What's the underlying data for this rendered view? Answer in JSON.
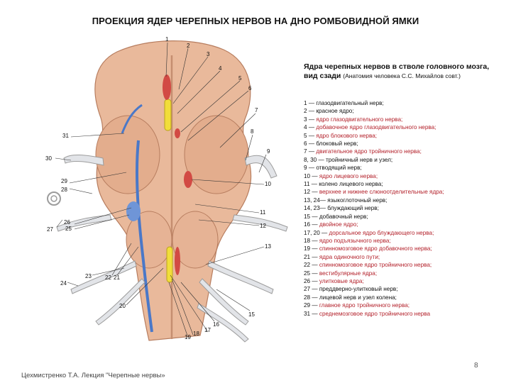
{
  "title": "ПРОЕКЦИЯ ЯДЕР ЧЕРЕПНЫХ НЕРВОВ НА ДНО РОМБОВИДНОЙ ЯМКИ",
  "caption": {
    "main": "Ядра черепных нервов в стволе головного мозга, вид сзади",
    "source": "(Анатомия человека С.С. Михайлов совт.)"
  },
  "figure_labels": [
    "1",
    "2",
    "3",
    "4",
    "5",
    "6",
    "7",
    "8",
    "9",
    "10",
    "11",
    "12",
    "13",
    "15",
    "16",
    "17",
    "18",
    "19",
    "20",
    "21",
    "22",
    "23",
    "24",
    "25",
    "26",
    "27",
    "28",
    "29",
    "30",
    "31"
  ],
  "legend": [
    {
      "num": "1 —",
      "text": "глазодвигательный нерв;",
      "red": false
    },
    {
      "num": "2 —",
      "text": "красное ядро;",
      "red": false
    },
    {
      "num": "3 —",
      "text": "ядро глазодвигательного нерва;",
      "red": true
    },
    {
      "num": "4 —",
      "text": "добавочное ядро глазодвигательного нерва;",
      "red": true
    },
    {
      "num": "5 —",
      "text": "ядро блокового нерва;",
      "red": true
    },
    {
      "num": "6 —",
      "text": "блоковый нерв;",
      "red": false
    },
    {
      "num": "7 —",
      "text": "двигательное ядро тройничного нерва;",
      "red": true
    },
    {
      "num": "8, 30 —",
      "text": "тройничный нерв и узел;",
      "red": false
    },
    {
      "num": "9 —",
      "text": "отводящий нерв;",
      "red": false
    },
    {
      "num": "10 —",
      "text": "ядро лицевого нерва;",
      "red": true
    },
    {
      "num": "11 —",
      "text": "колено лицевого нерва;",
      "red": false
    },
    {
      "num": "12 —",
      "text": "верхнее и нижнее слюноотделительные ядра;",
      "red": true
    },
    {
      "num": "13, 24—",
      "text": "языкоглоточный нерв;",
      "red": false
    },
    {
      "num": "14, 23—",
      "text": "блуждающий нерв;",
      "red": false
    },
    {
      "num": "15 —",
      "text": "добавочный нерв;",
      "red": false
    },
    {
      "num": "16 —",
      "text": "двойное ядро;",
      "red": true
    },
    {
      "num": "17, 20 —",
      "text": "дорсальное ядро блуждающего нерва;",
      "red": true
    },
    {
      "num": "18 —",
      "text": "ядро подъязычного нерва;",
      "red": true
    },
    {
      "num": "19 —",
      "text": "спинномозговое ядро добавочного нерва;",
      "red": true
    },
    {
      "num": "21 —",
      "text": "ядра одиночного пути;",
      "red": true
    },
    {
      "num": "22 —",
      "text": "спинномозговое ядро тройничного нерва;",
      "red": true
    },
    {
      "num": "25 —",
      "text": "вестибулярные ядра;",
      "red": true
    },
    {
      "num": "26 —",
      "text": "улитковые ядра;",
      "red": true
    },
    {
      "num": "27 —",
      "text": "преддверно-улитковый нерв;",
      "red": false
    },
    {
      "num": "28 —",
      "text": "лицевой нерв и узел колена;",
      "red": false
    },
    {
      "num": "29 —",
      "text": "главное ядро тройничного нерва;",
      "red": true
    },
    {
      "num": "31 —",
      "text": "среднемозговое ядро тройничного нерва",
      "red": true
    }
  ],
  "page_number": "8",
  "footer": "Цехмистренко Т.А. Лекция \"Черепные нервы»"
}
